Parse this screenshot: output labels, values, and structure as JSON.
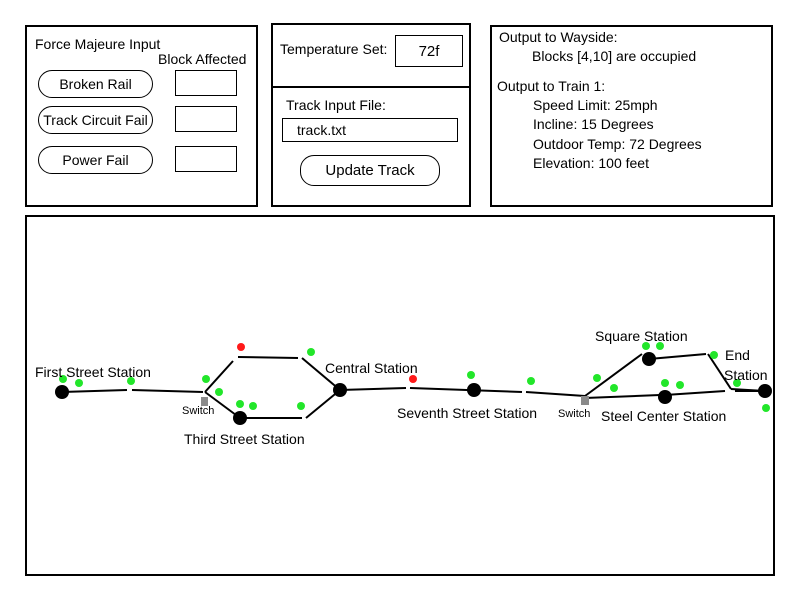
{
  "force_majeure": {
    "title": "Force Majeure Input",
    "block_affected_label": "Block Affected",
    "buttons": [
      {
        "label": "Broken Rail",
        "block": ""
      },
      {
        "label": "Track Circuit Fail",
        "block": ""
      },
      {
        "label": "Power Fail",
        "block": ""
      }
    ]
  },
  "settings": {
    "temperature_label": "Temperature Set:",
    "temperature_value": "72f",
    "track_file_label": "Track Input File:",
    "track_file_value": "track.txt",
    "update_button": "Update Track"
  },
  "output": {
    "wayside_title": "Output to Wayside:",
    "wayside_message": "Blocks [4,10] are occupied",
    "train_title": "Output to Train 1:",
    "train_lines": [
      "Speed Limit: 25mph",
      "Incline: 15 Degrees",
      "Outdoor Temp: 72 Degrees",
      "Elevation: 100 feet"
    ]
  },
  "track_map": {
    "stations": {
      "first_street": "First Street Station",
      "third_street": "Third Street Station",
      "central": "Central Station",
      "seventh_street": "Seventh Street Station",
      "square": "Square Station",
      "steel_center": "Steel Center Station",
      "end_line1": "End",
      "end_line2": "Station"
    },
    "switch_labels": [
      "Switch",
      "Switch"
    ],
    "colors": {
      "signal_green": "#22e62a",
      "signal_red": "#ff1a1a",
      "station": "#000000",
      "switch": "#8a8a8a"
    }
  }
}
